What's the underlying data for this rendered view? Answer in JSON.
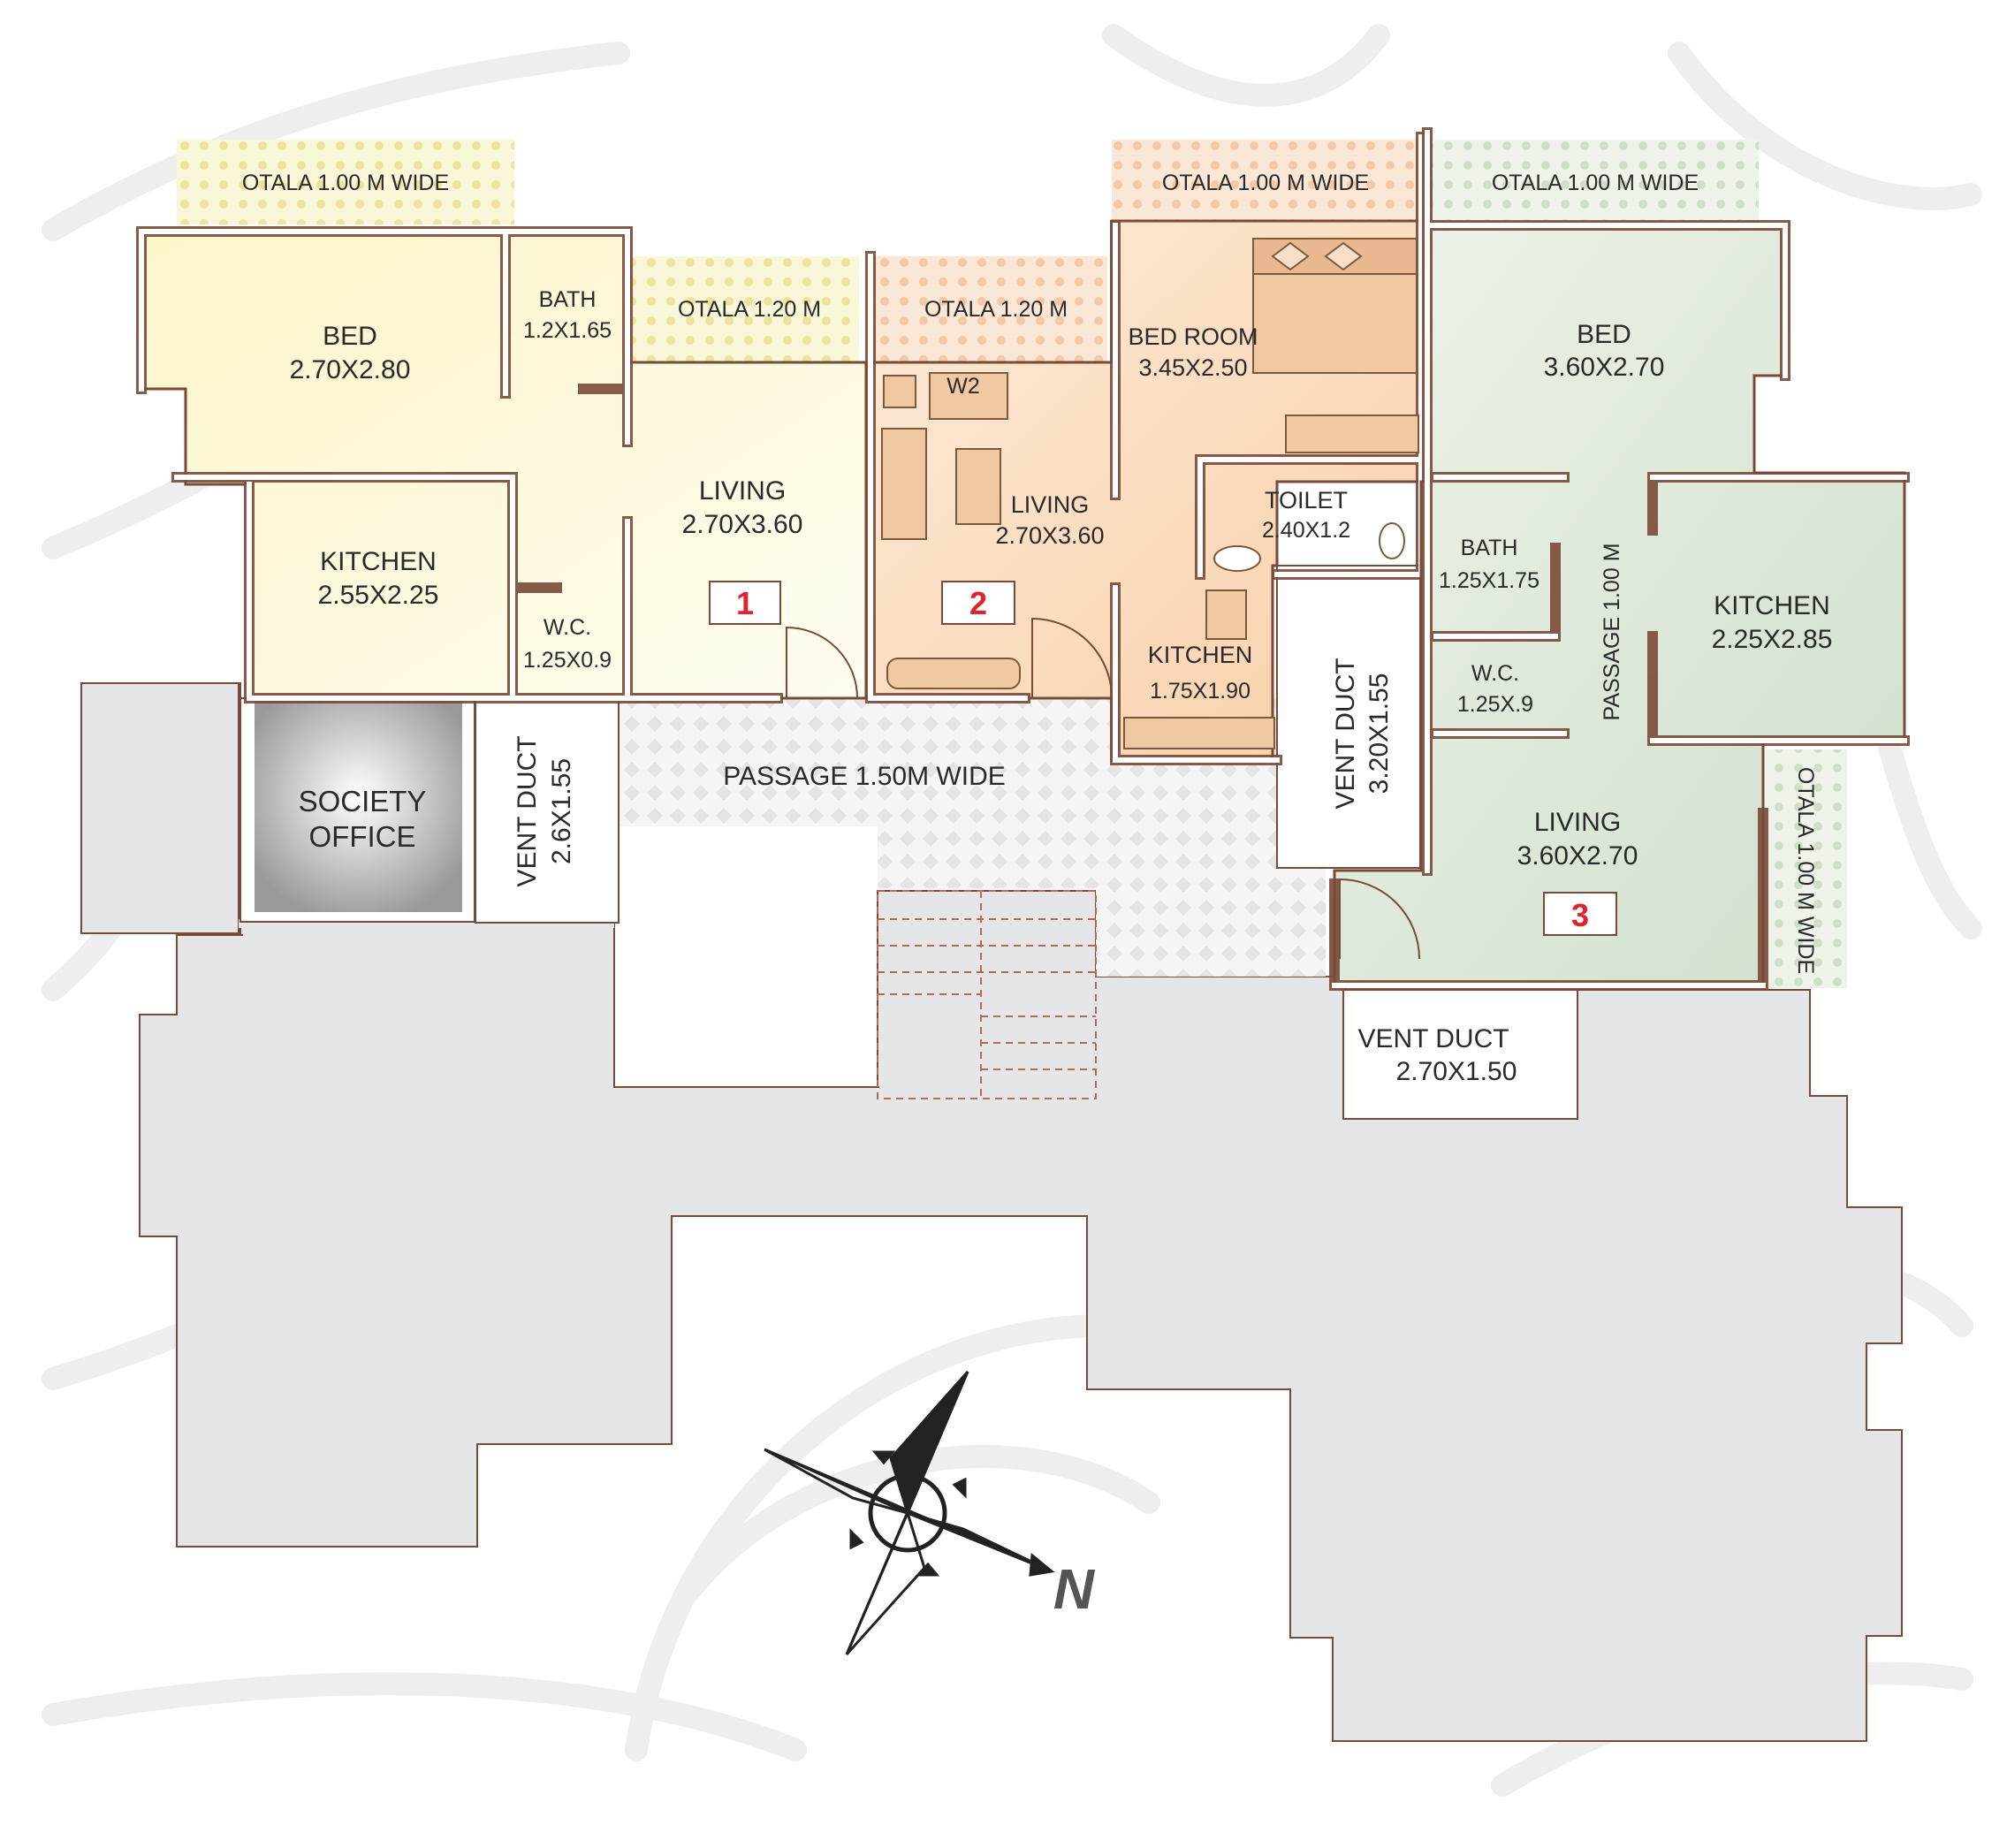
{
  "colors": {
    "unit1": "#fbf7d2",
    "unit2": "#fbdcc0",
    "unit3": "#dfe9dc",
    "common": "#e5e6e8",
    "wall_outline": "#7a4a38",
    "flat_number": "#e1242b"
  },
  "otala": {
    "unit1_top": "OTALA 1.00 M WIDE",
    "unit1_living": "OTALA 1.20 M",
    "unit2_living": "OTALA 1.20 M",
    "unit2_bed": "OTALA 1.00 M WIDE",
    "unit3_top": "OTALA 1.00 M WIDE",
    "unit3_side": "OTALA 1.00 M WIDE"
  },
  "unit1": {
    "number": "1",
    "bed": {
      "name": "BED",
      "size": "2.70X2.80"
    },
    "bath": {
      "name": "BATH",
      "size": "1.2X1.65"
    },
    "living": {
      "name": "LIVING",
      "size": "2.70X3.60"
    },
    "kitchen": {
      "name": "KITCHEN",
      "size": "2.55X2.25"
    },
    "wc": {
      "name": "W.C.",
      "size": "1.25X0.9"
    }
  },
  "unit2": {
    "number": "2",
    "w2": "W2",
    "living": {
      "name": "LIVING",
      "size": "2.70X3.60"
    },
    "bedroom": {
      "name": "BED ROOM",
      "size": "3.45X2.50"
    },
    "toilet": {
      "name": "TOILET",
      "size": "2.40X1.2"
    },
    "kitchen": {
      "name": "KITCHEN",
      "size": "1.75X1.90"
    }
  },
  "unit3": {
    "number": "3",
    "bed": {
      "name": "BED",
      "size": "3.60X2.70"
    },
    "bath": {
      "name": "BATH",
      "size": "1.25X1.75"
    },
    "wc": {
      "name": "W.C.",
      "size": "1.25X.9"
    },
    "passage": "PASSAGE 1.00 M",
    "kitchen": {
      "name": "KITCHEN",
      "size": "2.25X2.85"
    },
    "living": {
      "name": "LIVING",
      "size": "3.60X2.70"
    }
  },
  "common": {
    "society_office": {
      "line1": "SOCIETY",
      "line2": "OFFICE"
    },
    "vent_duct_1": {
      "name": "VENT DUCT",
      "size": "2.6X1.55"
    },
    "vent_duct_2": {
      "name": "VENT DUCT",
      "size": "3.20X1.55"
    },
    "vent_duct_3": {
      "name": "VENT DUCT",
      "size": "2.70X1.50"
    },
    "passage": "PASSAGE 1.50M WIDE"
  },
  "compass": {
    "north": "N"
  }
}
